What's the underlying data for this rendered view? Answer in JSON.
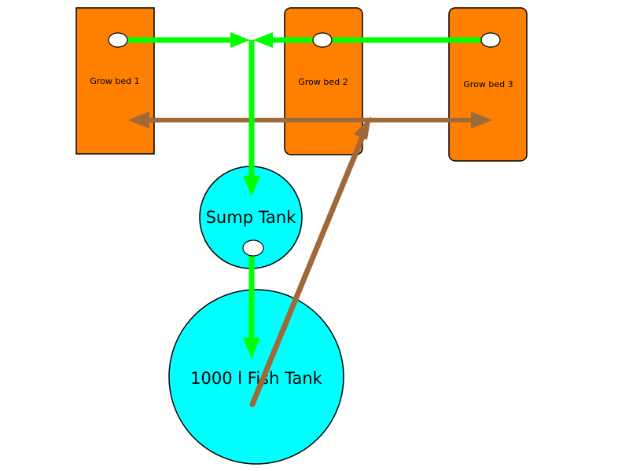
{
  "colors": {
    "grow_bed_fill": "#ff8000",
    "tank_fill": "#00ffff",
    "water_flow_arrow": "#00ff00",
    "return_flow_arrow": "#a0693a",
    "outline": "#000000",
    "outlet_fill": "#ffffff",
    "background": "#ffffff"
  },
  "grow_beds": [
    {
      "label": "Grow bed 1"
    },
    {
      "label": "Grow bed 2"
    },
    {
      "label": "Grow bed 3"
    }
  ],
  "sump_tank": {
    "label": "Sump Tank"
  },
  "fish_tank": {
    "label": "1000 l Fish Tank"
  },
  "icons": {
    "outlet": "outlet-circle-icon",
    "arrow": "arrowhead-icon"
  }
}
